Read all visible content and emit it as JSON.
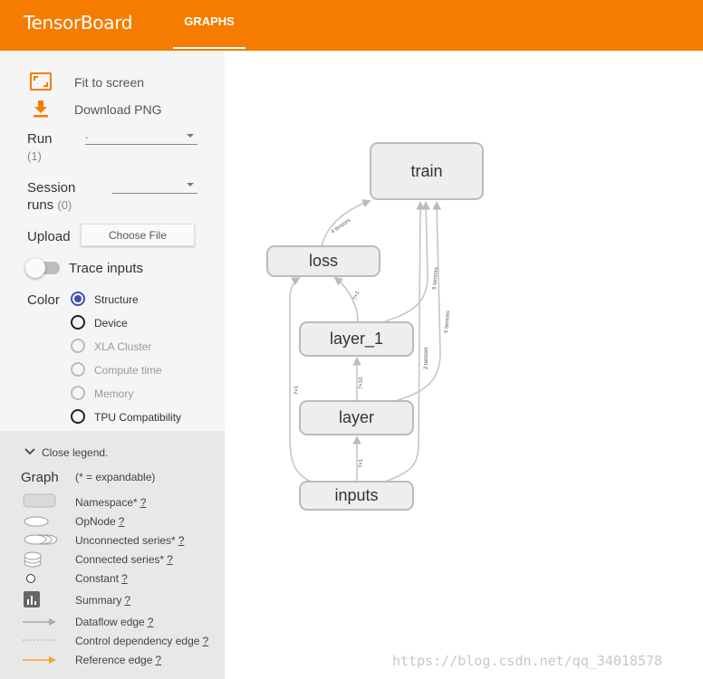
{
  "header": {
    "brand": "TensorBoard",
    "tab": "GRAPHS"
  },
  "sidebar": {
    "fit_label": "Fit to screen",
    "download_label": "Download PNG",
    "run_label": "Run",
    "run_count": "(1)",
    "run_value": ".",
    "session_label_1": "Session",
    "session_label_2": "runs",
    "session_count": "(0)",
    "upload_label": "Upload",
    "choose_file": "Choose File",
    "trace_label": "Trace inputs",
    "color_label": "Color",
    "color_options": [
      "Structure",
      "Device",
      "XLA Cluster",
      "Compute time",
      "Memory",
      "TPU Compatibility"
    ]
  },
  "legend": {
    "close_label": "Close legend.",
    "graph_label": "Graph",
    "expandable_note": "(* = expandable)",
    "q": "?",
    "items": [
      "Namespace*",
      "OpNode",
      "Unconnected series*",
      "Connected series*",
      "Constant",
      "Summary",
      "Dataflow edge",
      "Control dependency edge",
      "Reference edge"
    ]
  },
  "graph": {
    "nodes": [
      "train",
      "loss",
      "layer_1",
      "layer",
      "inputs"
    ],
    "edge_labels": [
      "4 tensors",
      "?×1",
      "5 tensors",
      "6 tensors",
      "?×10",
      "2 tensors",
      "?×1",
      "?×1"
    ]
  },
  "watermark": "https://blog.csdn.net/qq_34018578",
  "colors": {
    "accent": "#f57c00",
    "radio_checked": "#3f51b5"
  }
}
